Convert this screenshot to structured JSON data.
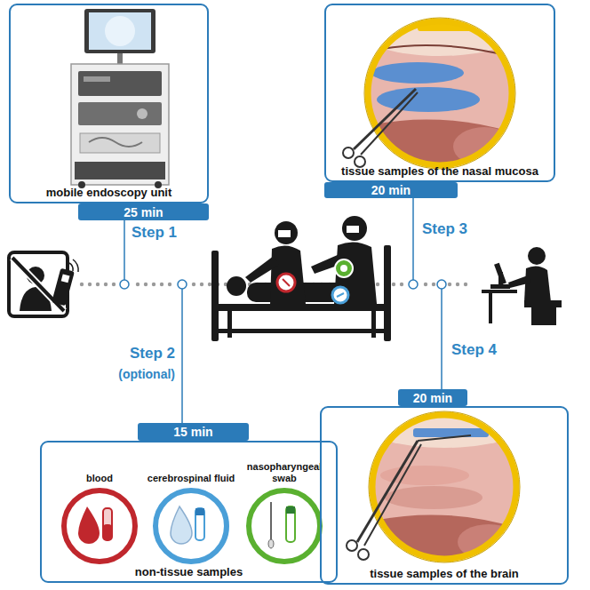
{
  "diagram": {
    "nodes": [
      {
        "text": [
          "mobile endoscopy unit"
        ]
      },
      {
        "text": [
          "25 min"
        ]
      },
      {
        "text": [
          "tissue samples of the nasal mucosa"
        ]
      },
      {
        "text": [
          "20 min"
        ]
      },
      {
        "text": [
          "15 min"
        ]
      },
      {
        "text": [
          "non-tissue samples"
        ]
      },
      {
        "text": [
          "blood"
        ],
        "in": 5
      },
      {
        "text": [
          "cerebrospinal fluid"
        ],
        "in": 5
      },
      {
        "text": [
          "nasopharyngeal swab"
        ],
        "in": 5
      },
      {
        "text": [
          "20 min"
        ]
      },
      {
        "text": [
          "tissue samples of the brain"
        ]
      }
    ],
    "labels": [
      "Step 1",
      "Step 2",
      "(optional)",
      "Step 3",
      "Step 4"
    ]
  }
}
